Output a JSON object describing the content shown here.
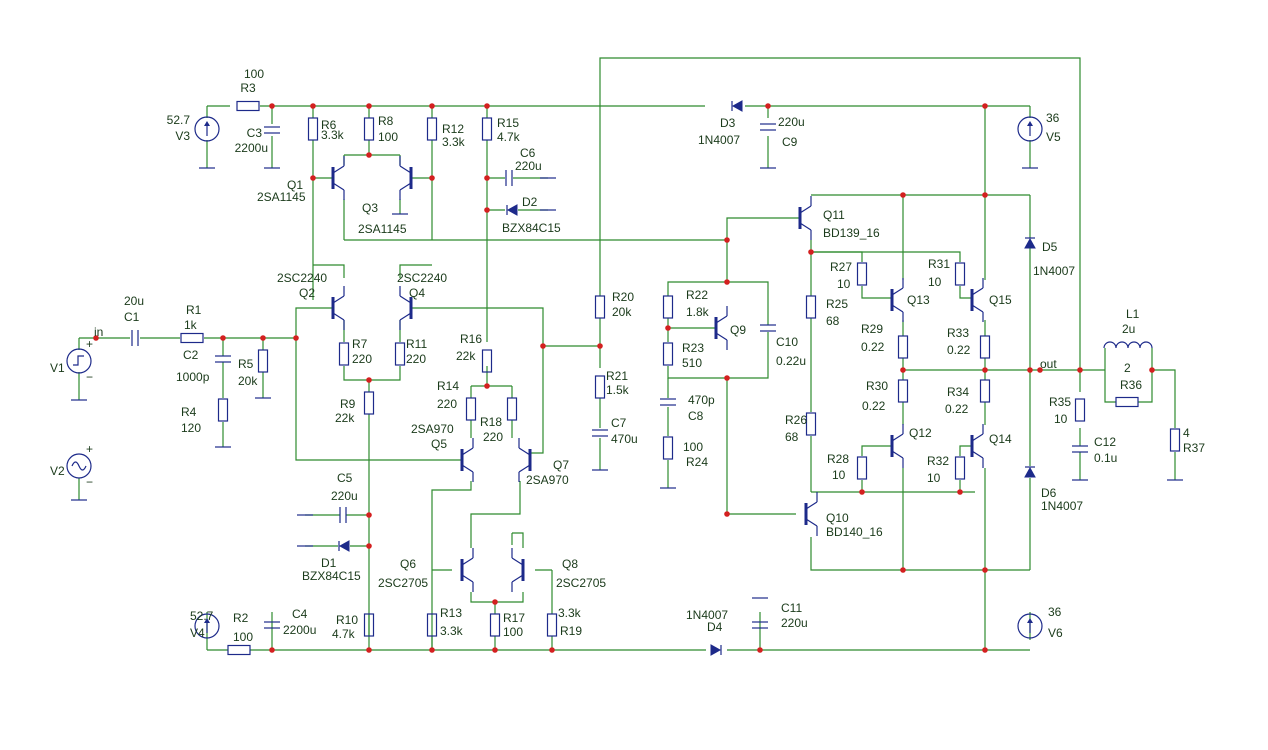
{
  "nets": [
    {
      "text": "in"
    },
    {
      "text": "out"
    }
  ],
  "components": [
    {
      "name": "R3",
      "value": "100"
    },
    {
      "name": "V3",
      "value": "52.7"
    },
    {
      "name": "C3",
      "value": "2200u"
    },
    {
      "name": "R6",
      "value": "3.3k"
    },
    {
      "name": "R8",
      "value": "100"
    },
    {
      "name": "R12",
      "value": "3.3k"
    },
    {
      "name": "R15",
      "value": "4.7k"
    },
    {
      "name": "D3",
      "value": "1N4007"
    },
    {
      "name": "C9",
      "value": "220u"
    },
    {
      "name": "V5",
      "value": "36"
    },
    {
      "name": "Q1",
      "value": "2SA1145"
    },
    {
      "name": "Q3",
      "value": "2SA1145"
    },
    {
      "name": "C6",
      "value": "220u"
    },
    {
      "name": "D2",
      "value": "BZX84C15"
    },
    {
      "name": "Q11",
      "value": "BD139_16"
    },
    {
      "name": "D5",
      "value": "1N4007"
    },
    {
      "name": "Q2",
      "value": "2SC2240"
    },
    {
      "name": "Q4",
      "value": "2SC2240"
    },
    {
      "name": "R20",
      "value": "20k"
    },
    {
      "name": "R22",
      "value": "1.8k"
    },
    {
      "name": "R27",
      "value": "10"
    },
    {
      "name": "R31",
      "value": "10"
    },
    {
      "name": "Q13",
      "value": ""
    },
    {
      "name": "Q15",
      "value": ""
    },
    {
      "name": "R25",
      "value": "68"
    },
    {
      "name": "C1",
      "value": "20u"
    },
    {
      "name": "R1",
      "value": "1k"
    },
    {
      "name": "V1",
      "value": ""
    },
    {
      "name": "C2",
      "value": "1000p"
    },
    {
      "name": "R5",
      "value": "20k"
    },
    {
      "name": "R7",
      "value": "220"
    },
    {
      "name": "R11",
      "value": "220"
    },
    {
      "name": "R16",
      "value": "22k"
    },
    {
      "name": "R23",
      "value": "510"
    },
    {
      "name": "Q9",
      "value": ""
    },
    {
      "name": "C10",
      "value": "0.22u"
    },
    {
      "name": "R29",
      "value": "0.22"
    },
    {
      "name": "R33",
      "value": "0.22"
    },
    {
      "name": "L1",
      "value": "2u"
    },
    {
      "name": "R36",
      "value": "2"
    },
    {
      "name": "R4",
      "value": "120"
    },
    {
      "name": "R9",
      "value": "22k"
    },
    {
      "name": "R14",
      "value": "220"
    },
    {
      "name": "R18",
      "value": "220"
    },
    {
      "name": "R21",
      "value": "1.5k"
    },
    {
      "name": "C8",
      "value": "470p"
    },
    {
      "name": "R30",
      "value": "0.22"
    },
    {
      "name": "R34",
      "value": "0.22"
    },
    {
      "name": "R35",
      "value": "10"
    },
    {
      "name": "C12",
      "value": "0.1u"
    },
    {
      "name": "R37",
      "value": "4"
    },
    {
      "name": "V2",
      "value": ""
    },
    {
      "name": "Q5",
      "value": "2SA970"
    },
    {
      "name": "Q7",
      "value": "2SA970"
    },
    {
      "name": "C7",
      "value": "470u"
    },
    {
      "name": "R24",
      "value": "100"
    },
    {
      "name": "R26",
      "value": "68"
    },
    {
      "name": "Q12",
      "value": ""
    },
    {
      "name": "Q14",
      "value": ""
    },
    {
      "name": "R28",
      "value": "10"
    },
    {
      "name": "R32",
      "value": "10"
    },
    {
      "name": "C5",
      "value": "220u"
    },
    {
      "name": "Q10",
      "value": "BD140_16"
    },
    {
      "name": "D6",
      "value": "1N4007"
    },
    {
      "name": "D1",
      "value": "BZX84C15"
    },
    {
      "name": "Q6",
      "value": "2SC2705"
    },
    {
      "name": "Q8",
      "value": "2SC2705"
    },
    {
      "name": "D4",
      "value": "1N4007"
    },
    {
      "name": "C11",
      "value": "220u"
    },
    {
      "name": "V4",
      "value": "52.7"
    },
    {
      "name": "R2",
      "value": "100"
    },
    {
      "name": "C4",
      "value": "2200u"
    },
    {
      "name": "R10",
      "value": "4.7k"
    },
    {
      "name": "R13",
      "value": "3.3k"
    },
    {
      "name": "R17",
      "value": "100"
    },
    {
      "name": "R19",
      "value": "3.3k"
    },
    {
      "name": "V6",
      "value": "36"
    }
  ]
}
